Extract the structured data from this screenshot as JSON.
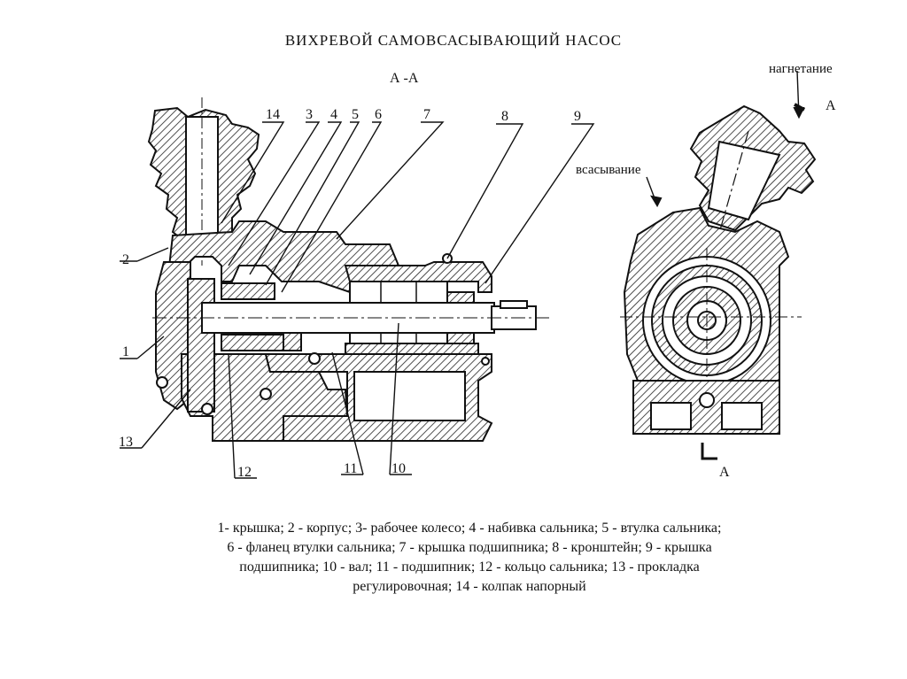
{
  "title": "ВИХРЕВОЙ   САМОВСАСЫВАЮЩИЙ  НАСОС",
  "section": "А -А",
  "callouts": {
    "n1": "1",
    "n2": "2",
    "n3": "3",
    "n4": "4",
    "n5": "5",
    "n6": "6",
    "n7": "7",
    "n8": "8",
    "n9": "9",
    "n10": "10",
    "n11": "11",
    "n12": "12",
    "n13": "13",
    "n14": "14"
  },
  "right_view": {
    "discharge": "нагнетание",
    "suction": "всасывание",
    "a_top": "А",
    "a_bottom": "А"
  },
  "caption": {
    "line1": "1- крышка; 2 - корпус; 3- рабочее колесо; 4 - набивка сальника; 5 - втулка сальника;",
    "line2": "6 - фланец втулки сальника; 7 - крышка подшипника; 8 - кронштейн; 9 - крышка",
    "line3": "подшипника; 10 - вал; 11 - подшипник; 12 - кольцо сальника; 13 - прокладка",
    "line4": "регулировочная; 14 - колпак напорный"
  }
}
